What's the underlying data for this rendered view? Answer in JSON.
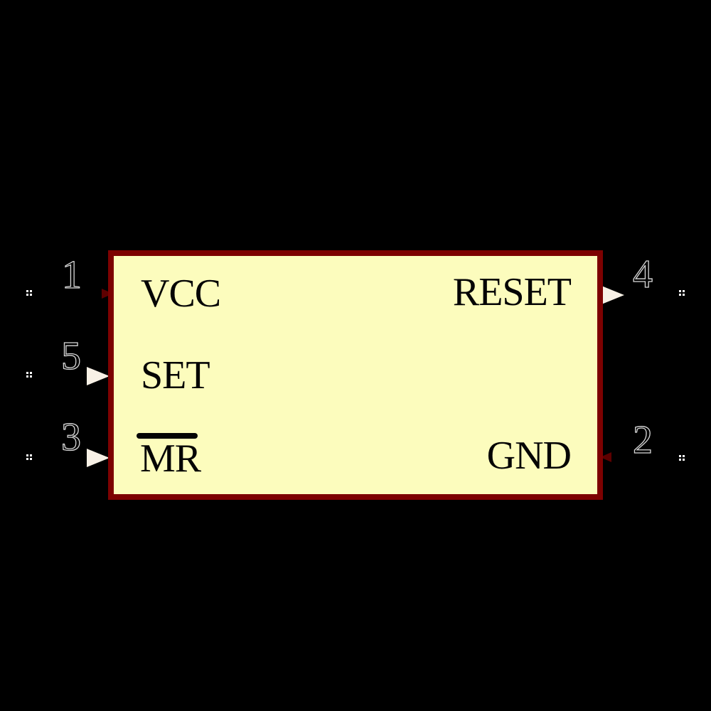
{
  "canvas": {
    "background": "#000000"
  },
  "component": {
    "kind": "schematic-symbol",
    "body": {
      "fill": "#FCFCBD",
      "border": "#7D0101"
    },
    "pins": [
      {
        "number": "1",
        "label": "VCC",
        "side": "left",
        "overline": false,
        "arrow": "small-dark-right"
      },
      {
        "number": "5",
        "label": "SET",
        "side": "left",
        "overline": false,
        "arrow": "white-right"
      },
      {
        "number": "3",
        "label": "MR",
        "side": "left",
        "overline": true,
        "arrow": "white-right"
      },
      {
        "number": "4",
        "label": "RESET",
        "side": "right",
        "overline": false,
        "arrow": "white-right"
      },
      {
        "number": "2",
        "label": "GND",
        "side": "right",
        "overline": false,
        "arrow": "small-dark-left"
      }
    ],
    "colors": {
      "label_text": "#050505",
      "pin_number_fill": "#000000",
      "pin_number_outline": "#D8D8D8",
      "arrow_white": "#F8F1E6",
      "arrow_dark": "#5E0000",
      "endpoint_dots": "#FFFFFF"
    }
  }
}
